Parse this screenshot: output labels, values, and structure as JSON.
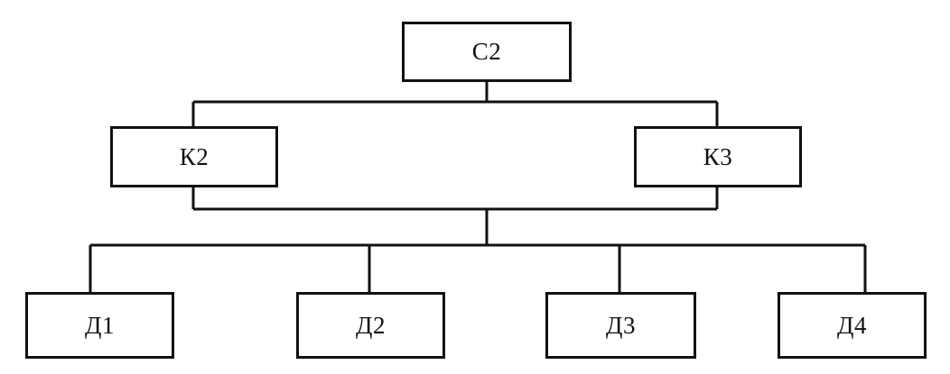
{
  "diagram": {
    "type": "hierarchy-tree",
    "orientation": "top-down",
    "levels": 3,
    "line_color": "#111111",
    "box_fill": "#ffffff",
    "nodes": {
      "root": {
        "id": "C2",
        "label": "С2"
      },
      "level2": [
        {
          "id": "K2",
          "label": "К2"
        },
        {
          "id": "K3",
          "label": "К3"
        }
      ],
      "level3": [
        {
          "id": "D1",
          "label": "Д1"
        },
        {
          "id": "D2",
          "label": "Д2"
        },
        {
          "id": "D3",
          "label": "Д3"
        },
        {
          "id": "D4",
          "label": "Д4"
        }
      ]
    },
    "edges": [
      {
        "from": "C2",
        "to": "K2"
      },
      {
        "from": "C2",
        "to": "K3"
      },
      {
        "from": "K2",
        "to": "D1"
      },
      {
        "from": "K2",
        "to": "D2"
      },
      {
        "from": "K2",
        "to": "D3"
      },
      {
        "from": "K2",
        "to": "D4"
      },
      {
        "from": "K3",
        "to": "D1"
      },
      {
        "from": "K3",
        "to": "D2"
      },
      {
        "from": "K3",
        "to": "D3"
      },
      {
        "from": "K3",
        "to": "D4"
      }
    ]
  }
}
